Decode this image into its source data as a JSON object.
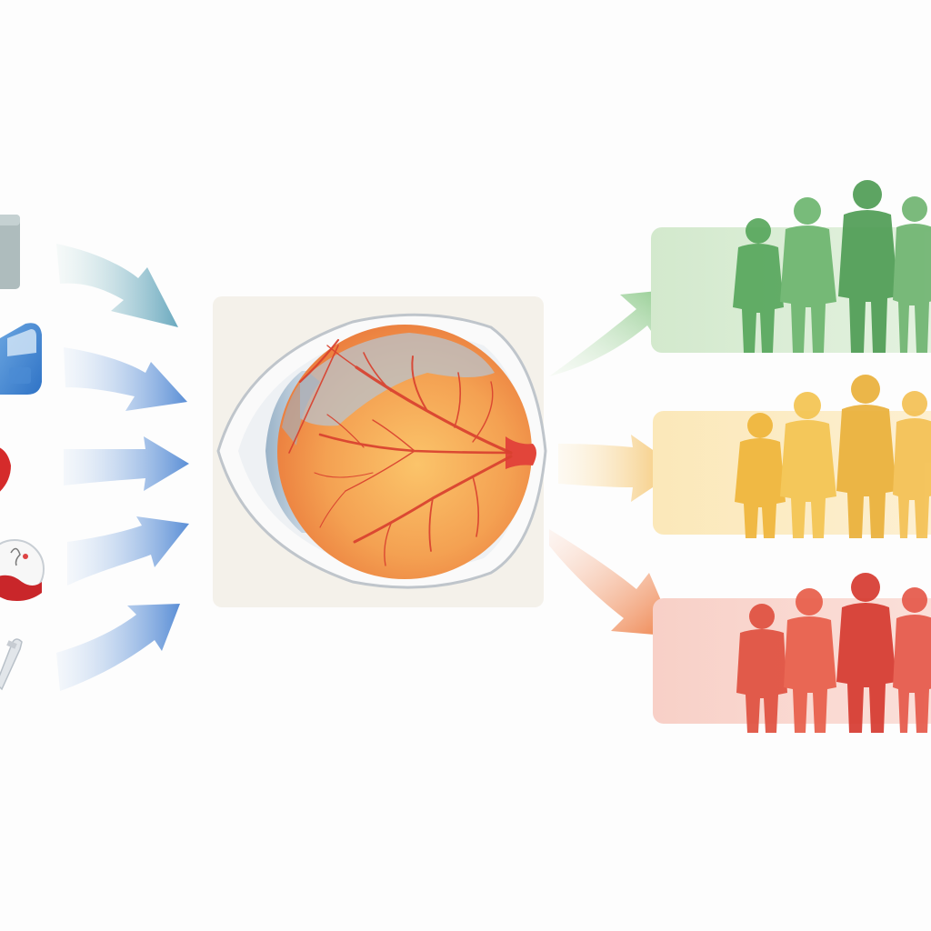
{
  "diagram": {
    "inputs": [
      {
        "icon": "pill-box-icon"
      },
      {
        "icon": "glucose-meter-icon"
      },
      {
        "icon": "heart-organ-icon"
      },
      {
        "icon": "blood-test-icon"
      },
      {
        "icon": "syringe-icon"
      }
    ],
    "center": {
      "icon": "retina-eye-icon"
    },
    "outcomes": [
      {
        "level": "low-risk",
        "color": "#5faa5f",
        "band_color": "#cfe6c9"
      },
      {
        "level": "moderate-risk",
        "color": "#efb23c",
        "band_color": "#fbe7b5"
      },
      {
        "level": "high-risk",
        "color": "#dd4a3a",
        "band_color": "#f8cfc6"
      }
    ]
  }
}
